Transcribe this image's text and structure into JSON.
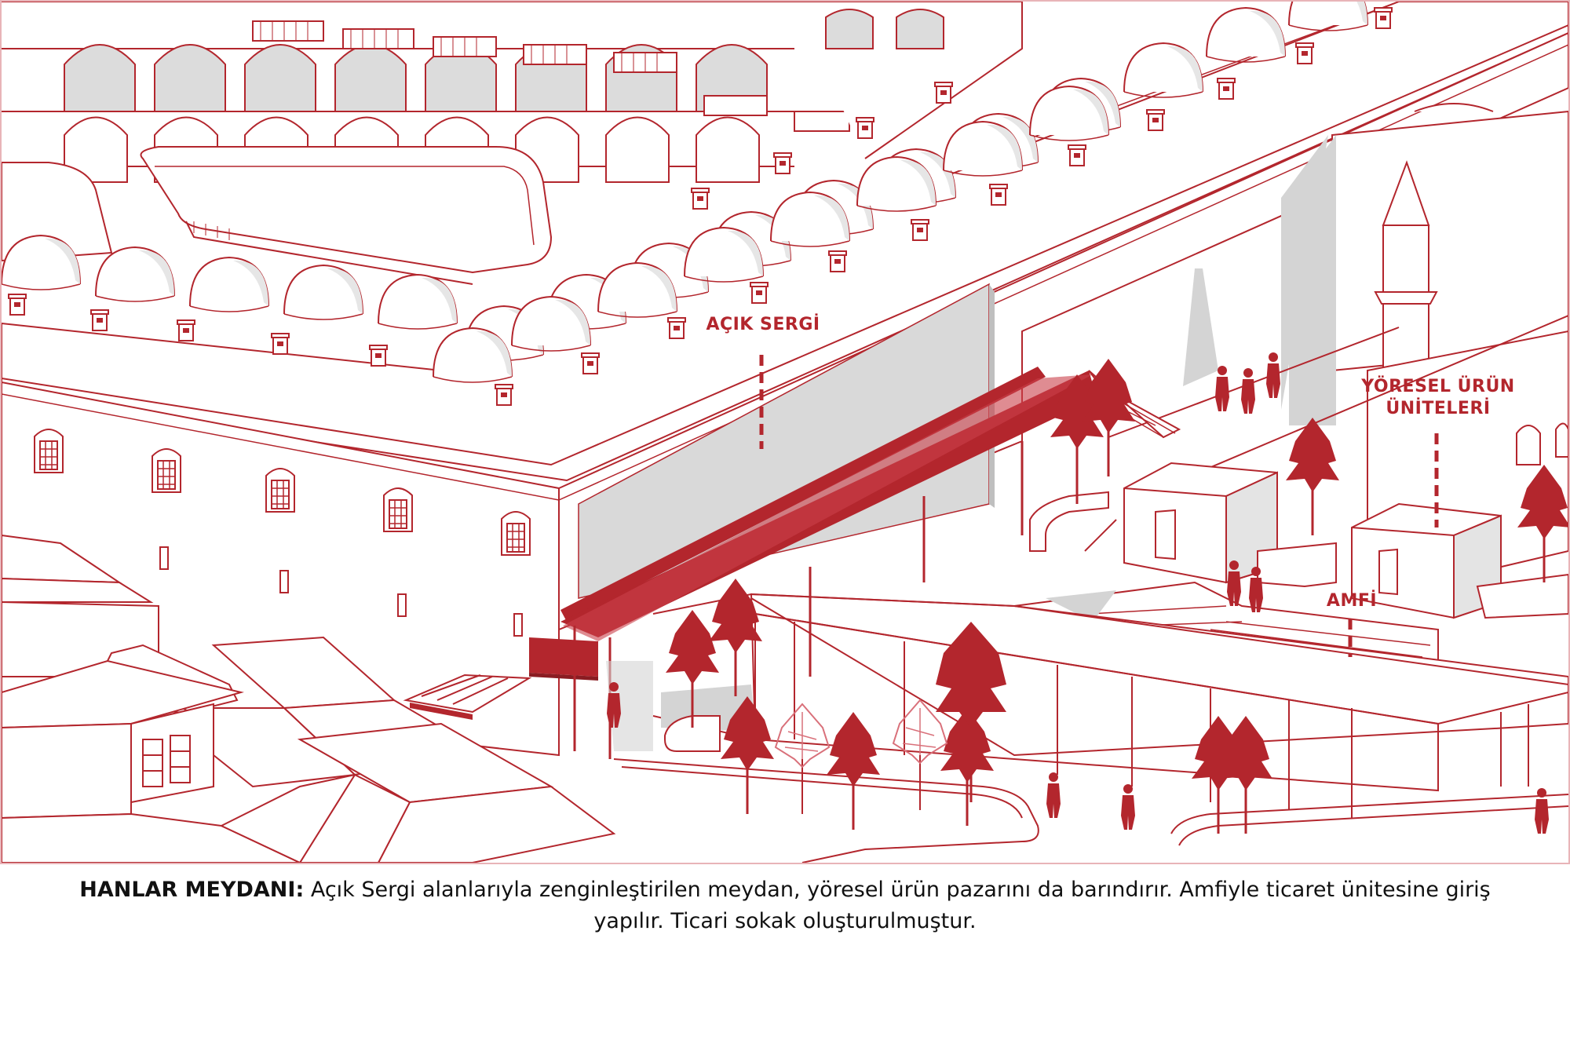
{
  "labels": {
    "acik_sergi": "AÇIK SERGİ",
    "yoresel_urun_1": "YÖRESEL ÜRÜN",
    "yoresel_urun_2": "ÜNİTELERİ",
    "amfi": "AMFİ"
  },
  "caption": {
    "title": "HANLAR MEYDANI:",
    "text": " Açık Sergi alanlarıyla zenginleştirilen meydan, yöresel ürün pazarını da barındırır. Amfiyle ticaret ünitesine giriş yapılır. Ticari sokak oluşturulmuştur."
  },
  "colors": {
    "line": "#b3262d",
    "accent": "#b3262d",
    "shadow": "#d4d4d4",
    "panel": "#d9d9d9",
    "caption_text": "#111111"
  }
}
